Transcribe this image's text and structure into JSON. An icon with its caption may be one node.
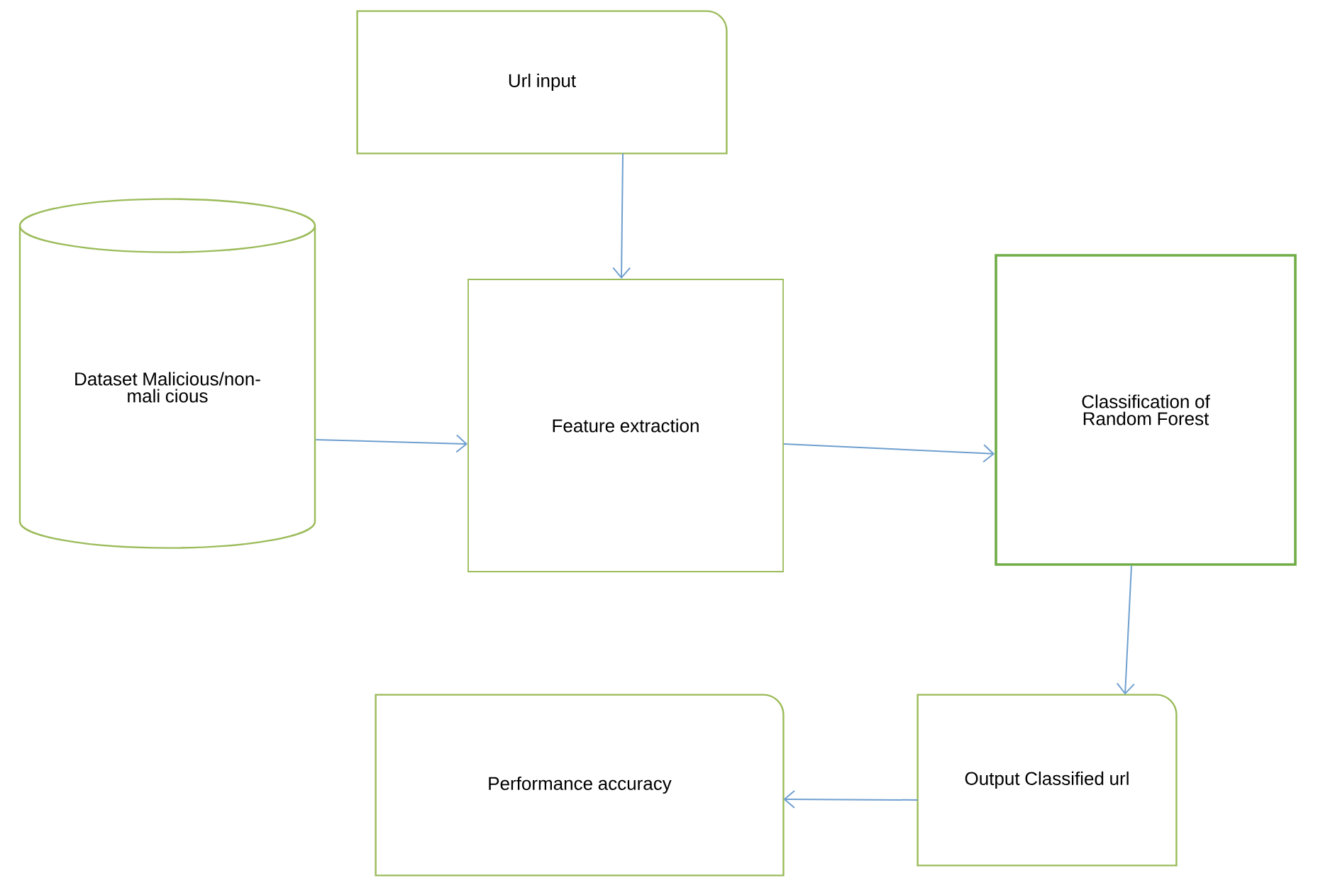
{
  "diagram": {
    "nodes": [
      {
        "text": [
          "Url input"
        ]
      },
      {
        "text": [
          "Dataset Malicious/non-mali cious"
        ]
      },
      {
        "text": [
          "Feature extraction"
        ]
      },
      {
        "text": [
          "Classification of Random Forest"
        ]
      },
      {
        "text": [
          "Output Classified url"
        ]
      },
      {
        "text": [
          "Performance accuracy"
        ]
      }
    ],
    "edges": [
      {
        "from": 0,
        "to": 2,
        "arrow": "to"
      },
      {
        "from": 1,
        "to": 2,
        "arrow": "to"
      },
      {
        "from": 2,
        "to": 3,
        "arrow": "to"
      },
      {
        "from": 3,
        "to": 4,
        "arrow": "to"
      },
      {
        "from": 4,
        "to": 5,
        "arrow": "to"
      }
    ]
  }
}
